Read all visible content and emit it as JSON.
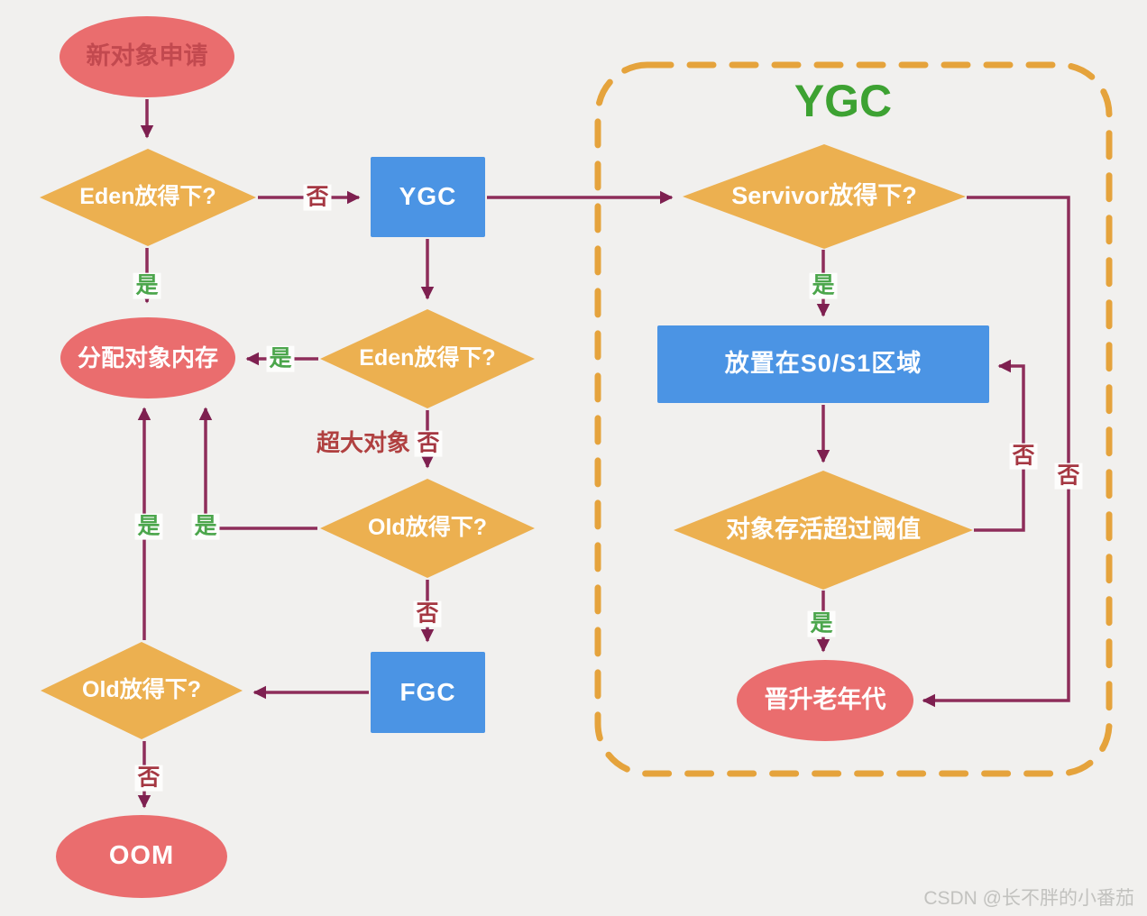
{
  "group": {
    "title": "YGC"
  },
  "nodes": {
    "new_object": "新对象申请",
    "eden_fit_top": "Eden放得下?",
    "ygc": "YGC",
    "servivor_fit": "Servivor放得下?",
    "place_s0s1": "放置在S0/S1区域",
    "survive_threshold": "对象存活超过阈值",
    "promote_old": "晋升老年代",
    "allocate_memory": "分配对象内存",
    "eden_fit_mid": "Eden放得下?",
    "old_fit_mid": "Old放得下?",
    "fgc": "FGC",
    "old_fit_bottom": "Old放得下?",
    "oom": "OOM"
  },
  "edge_labels": {
    "eden_top_no": "否",
    "eden_top_yes": "是",
    "eden_mid_yes": "是",
    "eden_mid_no": "否",
    "huge_object": "超大对象",
    "old_mid_yes": "是",
    "old_mid_no": "否",
    "old_bottom_yes": "是",
    "old_bottom_no": "否",
    "servivor_yes": "是",
    "servivor_no": "否",
    "threshold_yes": "是",
    "threshold_no": "否"
  },
  "watermark": "CSDN @长不胖的小番茄",
  "colors": {
    "background": "#f1f0ee",
    "ellipse_fill": "#ea6d6e",
    "diamond_fill": "#ecb050",
    "rect_fill": "#4b94e4",
    "connector": "#8e2d5a",
    "yes_label": "#4ca64c",
    "no_label": "#a53742",
    "group_border": "#e5a33c",
    "group_title": "#3da232"
  }
}
